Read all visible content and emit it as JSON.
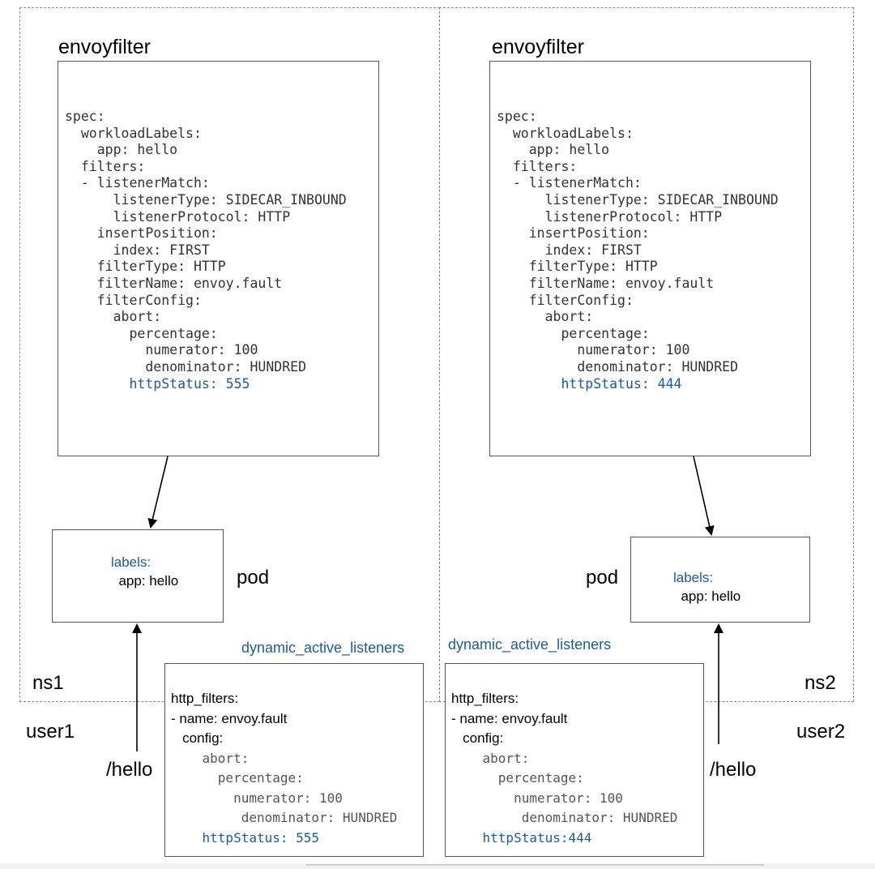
{
  "namespaces": [
    {
      "name": "ns1",
      "user": "user1",
      "request": "/hello"
    },
    {
      "name": "ns2",
      "user": "user2",
      "request": "/hello"
    }
  ],
  "envoyfilters": [
    {
      "title": "envoyfilter",
      "spec_lines": [
        "spec:",
        "  workloadLabels:",
        "    app: hello",
        "  filters:",
        "  - listenerMatch:",
        "      listenerType: SIDECAR_INBOUND",
        "      listenerProtocol: HTTP",
        "    insertPosition:",
        "      index: FIRST",
        "    filterType: HTTP",
        "    filterName: envoy.fault",
        "    filterConfig:",
        "      abort:",
        "        percentage:",
        "          numerator: 100",
        "          denominator: HUNDRED"
      ],
      "status_line": "        httpStatus: 555"
    },
    {
      "title": "envoyfilter",
      "spec_lines": [
        "spec:",
        "  workloadLabels:",
        "    app: hello",
        "  filters:",
        "  - listenerMatch:",
        "      listenerType: SIDECAR_INBOUND",
        "      listenerProtocol: HTTP",
        "    insertPosition:",
        "      index: FIRST",
        "    filterType: HTTP",
        "    filterName: envoy.fault",
        "    filterConfig:",
        "      abort:",
        "        percentage:",
        "          numerator: 100",
        "          denominator: HUNDRED"
      ],
      "status_line": "        httpStatus: 444"
    }
  ],
  "pods": [
    {
      "label": "pod",
      "labels_key": "labels:",
      "labels_value": "app: hello"
    },
    {
      "label": "pod",
      "labels_key": "labels:",
      "labels_value": "app: hello"
    }
  ],
  "listeners": [
    {
      "title": "dynamic_active_listeners",
      "line1": "http_filters:",
      "line2": "- name: envoy.fault",
      "line3": "   config:",
      "line4": "    abort:",
      "line5": "      percentage:",
      "line6": "        numerator: 100",
      "line7": "         denominator: HUNDRED",
      "status_line": "    httpStatus: 555"
    },
    {
      "title": "dynamic_active_listeners",
      "line1": "http_filters:",
      "line2": "- name: envoy.fault",
      "line3": "   config:",
      "line4": "    abort:",
      "line5": "      percentage:",
      "line6": "        numerator: 100",
      "line7": "         denominator: HUNDRED",
      "status_line": "    httpStatus:444"
    }
  ]
}
